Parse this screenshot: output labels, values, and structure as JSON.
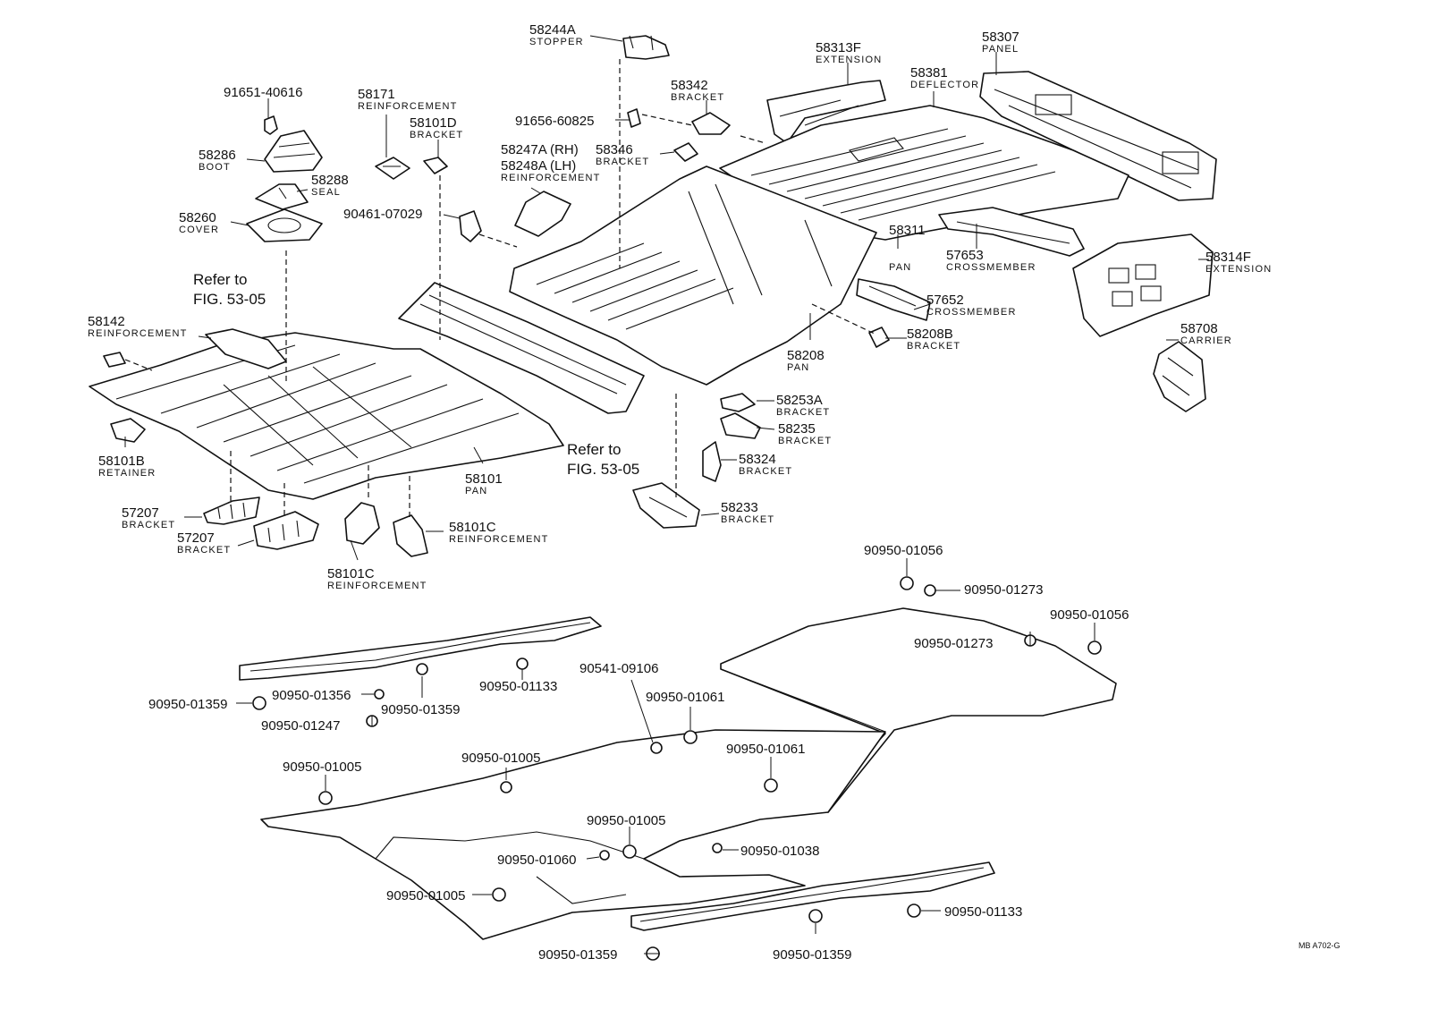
{
  "diagram": {
    "drawing_code": "MB  A702-G",
    "references": [
      {
        "line1": "Refer to",
        "line2": "FIG. 53-05"
      },
      {
        "line1": "Refer to",
        "line2": "FIG. 53-05"
      }
    ],
    "callouts": [
      {
        "part": "58244A",
        "desc": "STOPPER"
      },
      {
        "part": "58313F",
        "desc": "EXTENSION"
      },
      {
        "part": "58307",
        "desc": "PANEL"
      },
      {
        "part": "58381",
        "desc": "DEFLECTOR"
      },
      {
        "part": "58342",
        "desc": "BRACKET"
      },
      {
        "part": "91651-40616",
        "desc": ""
      },
      {
        "part": "58171",
        "desc": "REINFORCEMENT"
      },
      {
        "part": "58101D",
        "desc": "BRACKET"
      },
      {
        "part": "91656-60825",
        "desc": ""
      },
      {
        "part": "58286",
        "desc": "BOOT"
      },
      {
        "part": "58247A (RH)",
        "desc": ""
      },
      {
        "part": "58248A (LH)",
        "desc": "REINFORCEMENT"
      },
      {
        "part": "58346",
        "desc": "BRACKET"
      },
      {
        "part": "58288",
        "desc": "SEAL"
      },
      {
        "part": "58260",
        "desc": "COVER"
      },
      {
        "part": "90461-07029",
        "desc": ""
      },
      {
        "part": "58311",
        "desc": "PAN"
      },
      {
        "part": "57653",
        "desc": "CROSSMEMBER"
      },
      {
        "part": "58314F",
        "desc": "EXTENSION"
      },
      {
        "part": "57652",
        "desc": "CROSSMEMBER"
      },
      {
        "part": "58142",
        "desc": "REINFORCEMENT"
      },
      {
        "part": "58208B",
        "desc": "BRACKET"
      },
      {
        "part": "58708",
        "desc": "CARRIER"
      },
      {
        "part": "58208",
        "desc": "PAN"
      },
      {
        "part": "58253A",
        "desc": "BRACKET"
      },
      {
        "part": "58235",
        "desc": "BRACKET"
      },
      {
        "part": "58101B",
        "desc": "RETAINER"
      },
      {
        "part": "58324",
        "desc": "BRACKET"
      },
      {
        "part": "58101",
        "desc": "PAN"
      },
      {
        "part": "57207",
        "desc": "BRACKET"
      },
      {
        "part": "58233",
        "desc": "BRACKET"
      },
      {
        "part": "57207",
        "desc": "BRACKET"
      },
      {
        "part": "58101C",
        "desc": "REINFORCEMENT"
      },
      {
        "part": "58101C",
        "desc": "REINFORCEMENT"
      },
      {
        "part": "90950-01056",
        "desc": ""
      },
      {
        "part": "90950-01273",
        "desc": ""
      },
      {
        "part": "90950-01056",
        "desc": ""
      },
      {
        "part": "90950-01273",
        "desc": ""
      },
      {
        "part": "90541-09106",
        "desc": ""
      },
      {
        "part": "90950-01133",
        "desc": ""
      },
      {
        "part": "90950-01061",
        "desc": ""
      },
      {
        "part": "90950-01359",
        "desc": ""
      },
      {
        "part": "90950-01356",
        "desc": ""
      },
      {
        "part": "90950-01359",
        "desc": ""
      },
      {
        "part": "90950-01247",
        "desc": ""
      },
      {
        "part": "90950-01061",
        "desc": ""
      },
      {
        "part": "90950-01005",
        "desc": ""
      },
      {
        "part": "90950-01005",
        "desc": ""
      },
      {
        "part": "90950-01005",
        "desc": ""
      },
      {
        "part": "90950-01060",
        "desc": ""
      },
      {
        "part": "90950-01038",
        "desc": ""
      },
      {
        "part": "90950-01005",
        "desc": ""
      },
      {
        "part": "90950-01133",
        "desc": ""
      },
      {
        "part": "90950-01359",
        "desc": ""
      },
      {
        "part": "90950-01359",
        "desc": ""
      }
    ]
  }
}
